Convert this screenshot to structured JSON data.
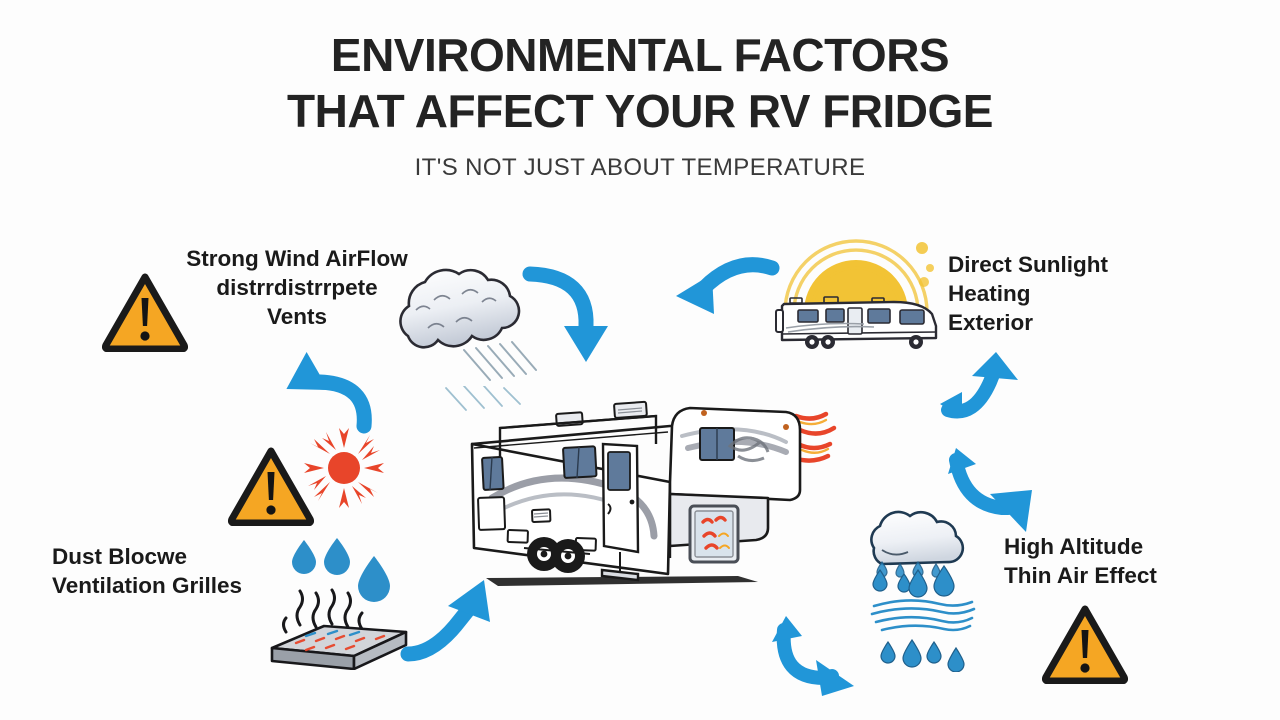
{
  "header": {
    "title_line1": "ENVIRONMENTAL FACTORS",
    "title_line2": "THAT AFFECT YOUR RV FRIDGE",
    "subtitle": "IT'S NOT JUST ABOUT TEMPERATURE"
  },
  "labels": {
    "wind": "Strong Wind AirFlow\ndistrrdistrrpete\nVents",
    "dust": "Dust Blocwe\nVentilation Grilles",
    "sunlight": "Direct Sunlight\nHeating\nExterior",
    "altitude": "High Altitude\nThin Air Effect"
  },
  "icons": {
    "warning_1": "warning-triangle-icon",
    "warning_2": "warning-triangle-icon",
    "warning_3": "warning-triangle-icon",
    "cloud_wind": "cloud-wind-icon",
    "sun_red": "sun-burst-icon",
    "drops_vent": "water-drops-vent-grille-icon",
    "sun_rv": "sun-motorhome-icon",
    "rain_altitude": "rain-cloud-wind-icon",
    "rv_main": "fifth-wheel-rv-illustration",
    "arrow_wind_down": "curved-arrow-down-icon",
    "arrow_wind_up": "curved-arrow-up-left-icon",
    "arrow_dust_up": "curved-arrow-up-right-icon",
    "arrow_sun_left": "curved-arrow-left-icon",
    "arrow_sun_up": "curved-arrow-up-right-icon",
    "arrow_alt_down": "curved-arrow-down-right-icon",
    "arrow_alt_left": "curved-arrow-down-right-icon"
  },
  "colors": {
    "background": "#fdfdfd",
    "title_text": "#232323",
    "label_text": "#1a1a1a",
    "arrow_blue": "#2196d8",
    "warning_amber": "#f5a623",
    "warning_outline": "#1a1a1a",
    "sun_yellow": "#f2c335",
    "sun_red": "#e8452a",
    "water_blue": "#2d8fc9",
    "cloud_gray": "#dfe3ea",
    "rv_body": "#ffffff",
    "rv_outline": "#1a1a1a",
    "rv_window": "#5f7a9b",
    "heat_red": "#e8452a"
  }
}
